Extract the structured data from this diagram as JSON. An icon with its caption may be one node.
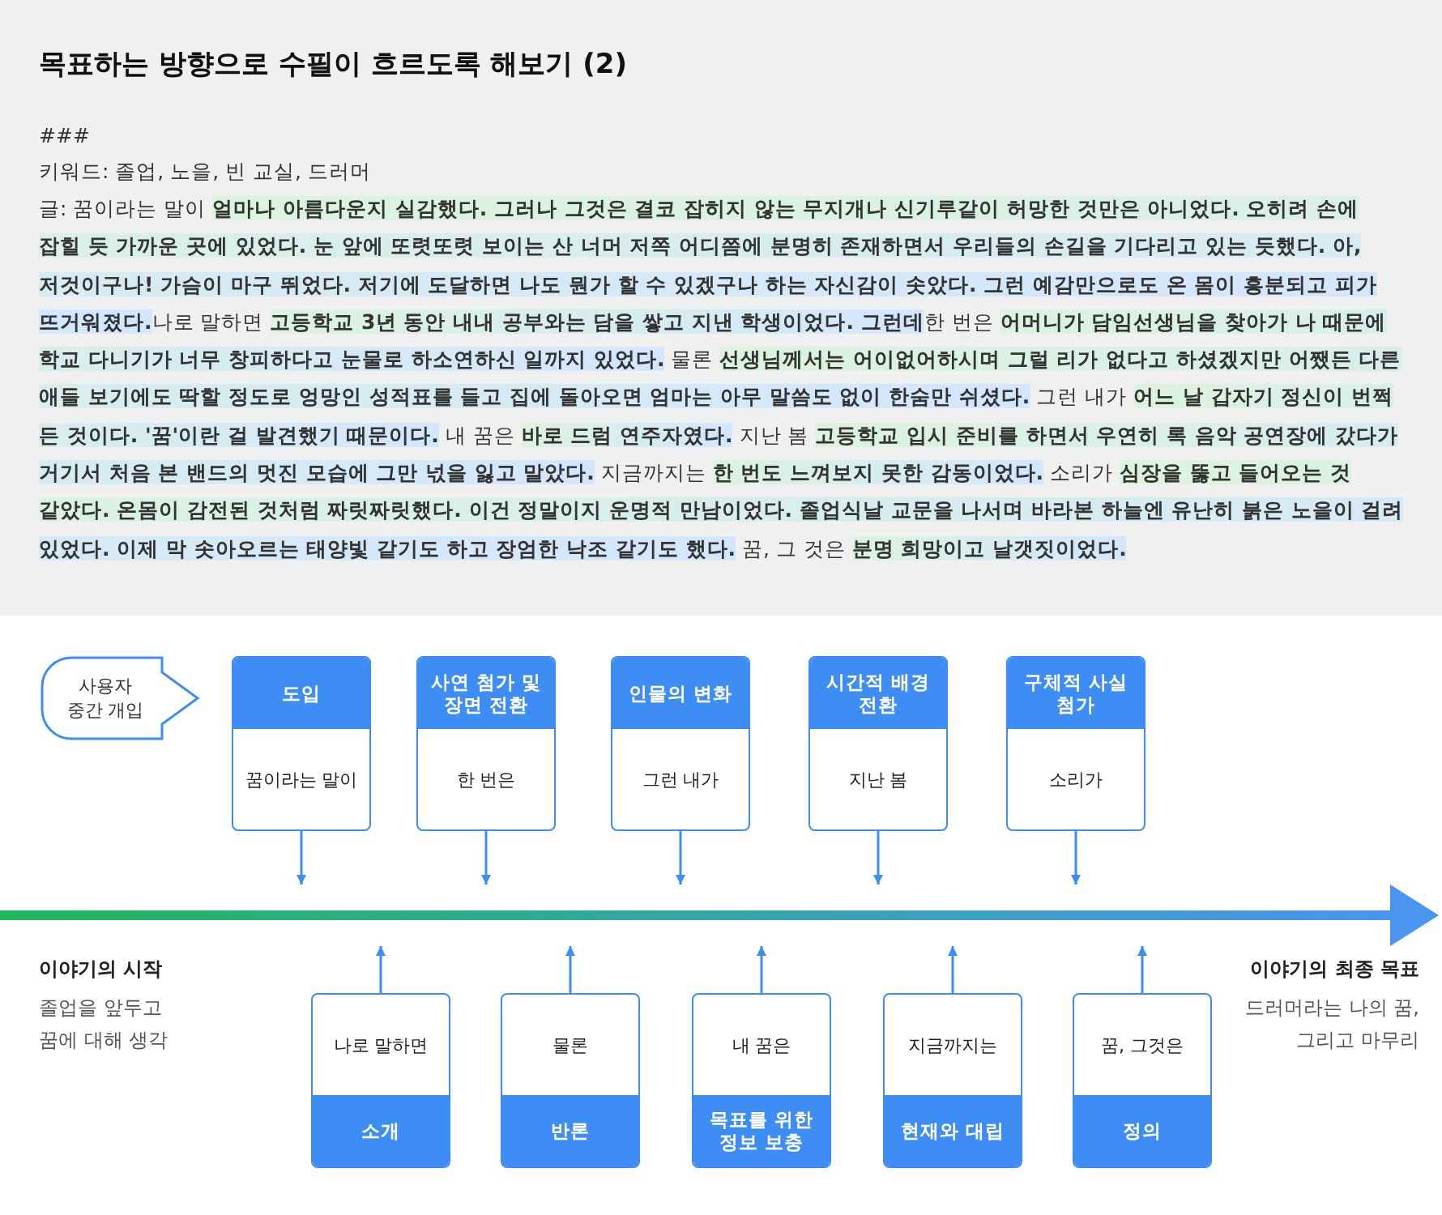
{
  "diagram": {
    "title": "목표하는 방향으로 수필이 흐르도록 해보기 (2)",
    "nodes": [
      {
        "text": [
          "사용자 중간 개입"
        ]
      },
      {
        "text": [
          "도입",
          "꿈이라는 말이"
        ]
      },
      {
        "text": [
          "사연 첨가 및 장면 전환",
          "한 번은"
        ]
      },
      {
        "text": [
          "인물의 변화",
          "그런 내가"
        ]
      },
      {
        "text": [
          "시간적 배경 전환",
          "지난 봄"
        ]
      },
      {
        "text": [
          "구체적 사실 첨가",
          "소리가"
        ]
      },
      {
        "text": [],
        "shape": "bar"
      },
      {
        "text": [
          "나로 말하면",
          "소개"
        ]
      },
      {
        "text": [
          "물론",
          "반론"
        ]
      },
      {
        "text": [
          "내 꿈은",
          "목표를 위한 정보 보충"
        ]
      },
      {
        "text": [
          "지금까지는",
          "현재와 대립"
        ]
      },
      {
        "text": [
          "꿈, 그것은",
          "정의"
        ]
      }
    ],
    "edges": [
      {
        "from": 1,
        "to": 6,
        "arrow": "to"
      },
      {
        "from": 2,
        "to": 6,
        "arrow": "to"
      },
      {
        "from": 3,
        "to": 6,
        "arrow": "to"
      },
      {
        "from": 4,
        "to": 6,
        "arrow": "to"
      },
      {
        "from": 5,
        "to": 6,
        "arrow": "to"
      },
      {
        "from": 7,
        "to": 6,
        "arrow": "to"
      },
      {
        "from": 8,
        "to": 6,
        "arrow": "to"
      },
      {
        "from": 9,
        "to": 6,
        "arrow": "to"
      },
      {
        "from": 10,
        "to": 6,
        "arrow": "to"
      },
      {
        "from": 11,
        "to": 6,
        "arrow": "to"
      }
    ],
    "labels": [
      "###",
      "키워드: 졸업, 노을, 빈 교실, 드러머",
      "글: 꿈이라는 말이 **얼마나 아름다운지 실감했다. 그러나 그것은 결코 잡히지 않는 무지개나 신기루같이 허망한 것만은 아니었다. 오히려 손에 잡힐 듯 가까운 곳에 있었다. 눈 앞에 또렷또렷 보이는 산 너머 저쪽 어디쯤에 분명히 존재하면서 우리들의 손길을 기다리고 있는 듯했다. 아, 저것이구나! 가슴이 마구 뛰었다. 저기에 도달하면 나도 뭔가 할 수 있겠구나 하는 자신감이 솟았다. 그런 예감만으로도 온 몸이 흥분되고 피가 뜨거워졌다.**나로 말하면 **고등학교 3년 동안 내내 공부와는 담을 쌓고 지낸 학생이었다. 그런데**한 번은 **어머니가 담임선생님을 찾아가 나 때문에 학교 다니기가 너무 창피하다고 눈물로 하소연하신 일까지 있었다.** 물론 **선생님께서는 어이없어하시며 그럴 리가 없다고 하셨겠지만 어쨌든 다른 애들 보기에도 딱할 정도로 엉망인 성적표를 들고 집에 돌아오면 엄마는 아무 말씀도 없이 한숨만 쉬셨다.** 그런 내가 **어느 날 갑자기 정신이 번쩍 든 것이다. '꿈'이란 걸 발견했기 때문이다.** 내 꿈은 **바로 드럼 연주자였다.** 지난 봄 **고등학교 입시 준비를 하면서 우연히 록 음악 공연장에 갔다가 거기서 처음 본 밴드의 멋진 모습에 그만 넋을 잃고 말았다.** 지금까지는 **한 번도 느껴보지 못한 감동이었다.** 소리가 **심장을 뚫고 들어오는 것 같았다. 온몸이 감전된 것처럼 짜릿짜릿했다. 이건 정말이지 운명적 만남이었다. 졸업식날 교문을 나서며 바라본 하늘엔 유난히 붉은 노을이 걸려 있었다. 이제 막 솟아오르는 태양빛 같기도 하고 장엄한 낙조 같기도 했다.** 꿈, 그 것은 **분명 희망이고 날갯짓이었다.**",
      "이야기의 시작",
      "졸업을 앞두고 꿈에 대해 생각",
      "이야기의 최종 목표",
      "드러머라는 나의 꿈, 그리고 마무리"
    ]
  }
}
